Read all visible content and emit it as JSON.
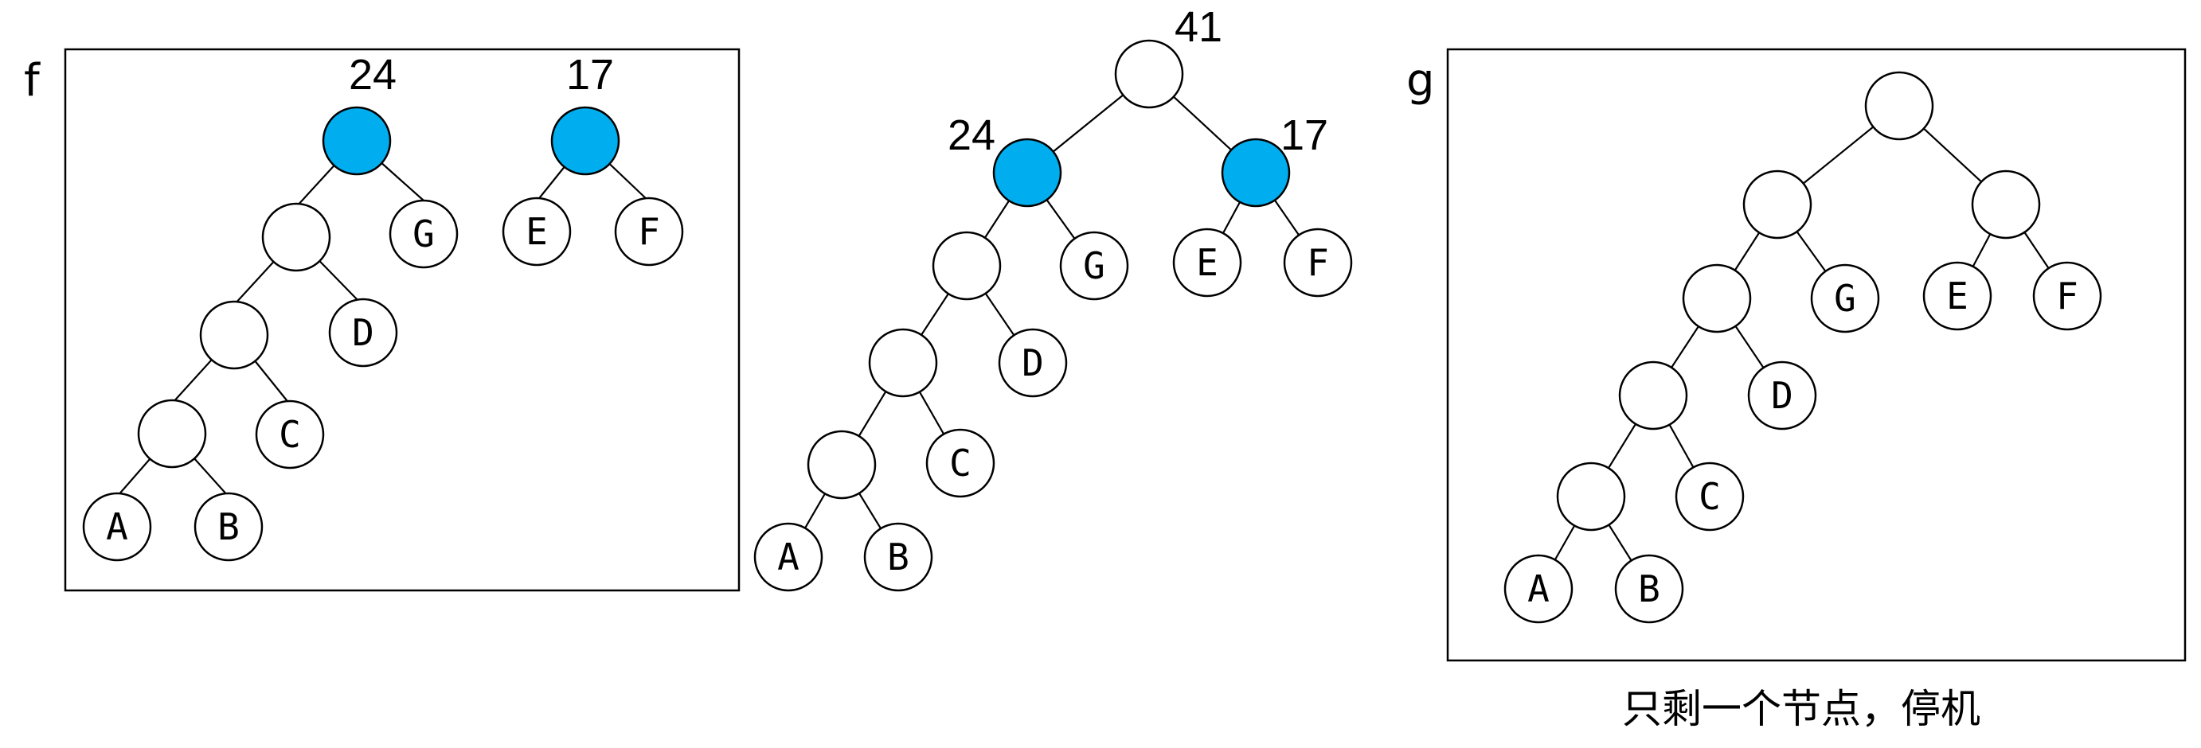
{
  "panel_f": {
    "label": "f",
    "roots": [
      {
        "weight": "24",
        "highlighted": true
      },
      {
        "weight": "17",
        "highlighted": true
      }
    ],
    "leaves": [
      "A",
      "B",
      "C",
      "D",
      "G",
      "E",
      "F"
    ]
  },
  "panel_mid": {
    "root_weight": "41",
    "children": [
      {
        "weight": "24",
        "highlighted": true
      },
      {
        "weight": "17",
        "highlighted": true
      }
    ],
    "leaves": [
      "A",
      "B",
      "C",
      "D",
      "G",
      "E",
      "F"
    ]
  },
  "panel_g": {
    "label": "g",
    "leaves": [
      "A",
      "B",
      "C",
      "D",
      "G",
      "E",
      "F"
    ],
    "caption": "只剩一个节点，停机"
  },
  "colors": {
    "highlight": "#00aeef",
    "stroke": "#000000",
    "node_fill": "#ffffff"
  }
}
